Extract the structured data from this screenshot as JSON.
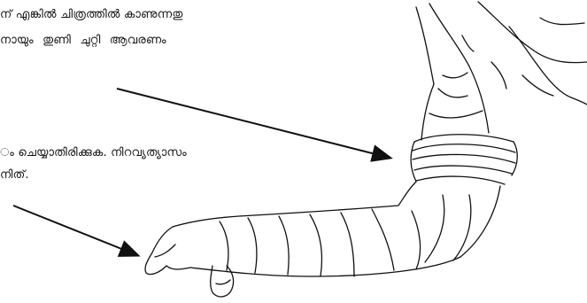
{
  "text_lines": [
    "ന് എങ്കിൽ ചിത്രത്തിൽ കാണുന്നതു",
    "നായും തുണി ചുറ്റി ആവരണം",
    "ം ചെയ്യാതിരിക്കുക. നിറവ്യത്യാസം",
    "നിത്."
  ],
  "illustration": {
    "subject": "bandaged-arm",
    "arrows": 2
  },
  "colors": {
    "ink": "#111111",
    "background": "#ffffff"
  }
}
